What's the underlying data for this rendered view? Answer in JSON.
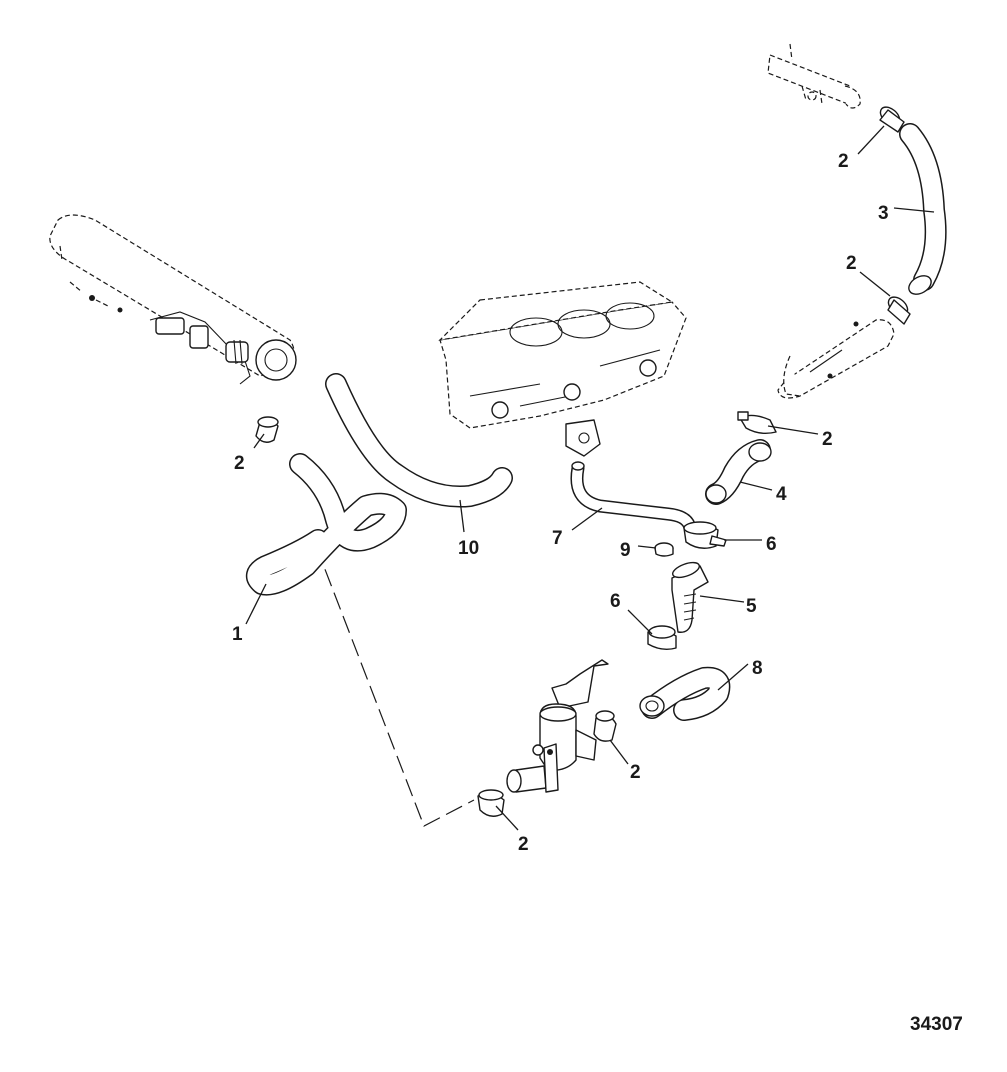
{
  "figure_number": "34307",
  "callouts": {
    "c1": "1",
    "c2a": "2",
    "c2b": "2",
    "c2c": "2",
    "c2d": "2",
    "c2e": "2",
    "c2f": "2",
    "c3": "3",
    "c4": "4",
    "c5": "5",
    "c6a": "6",
    "c6b": "6",
    "c7": "7",
    "c8": "8",
    "c9": "9",
    "c10": "10"
  }
}
